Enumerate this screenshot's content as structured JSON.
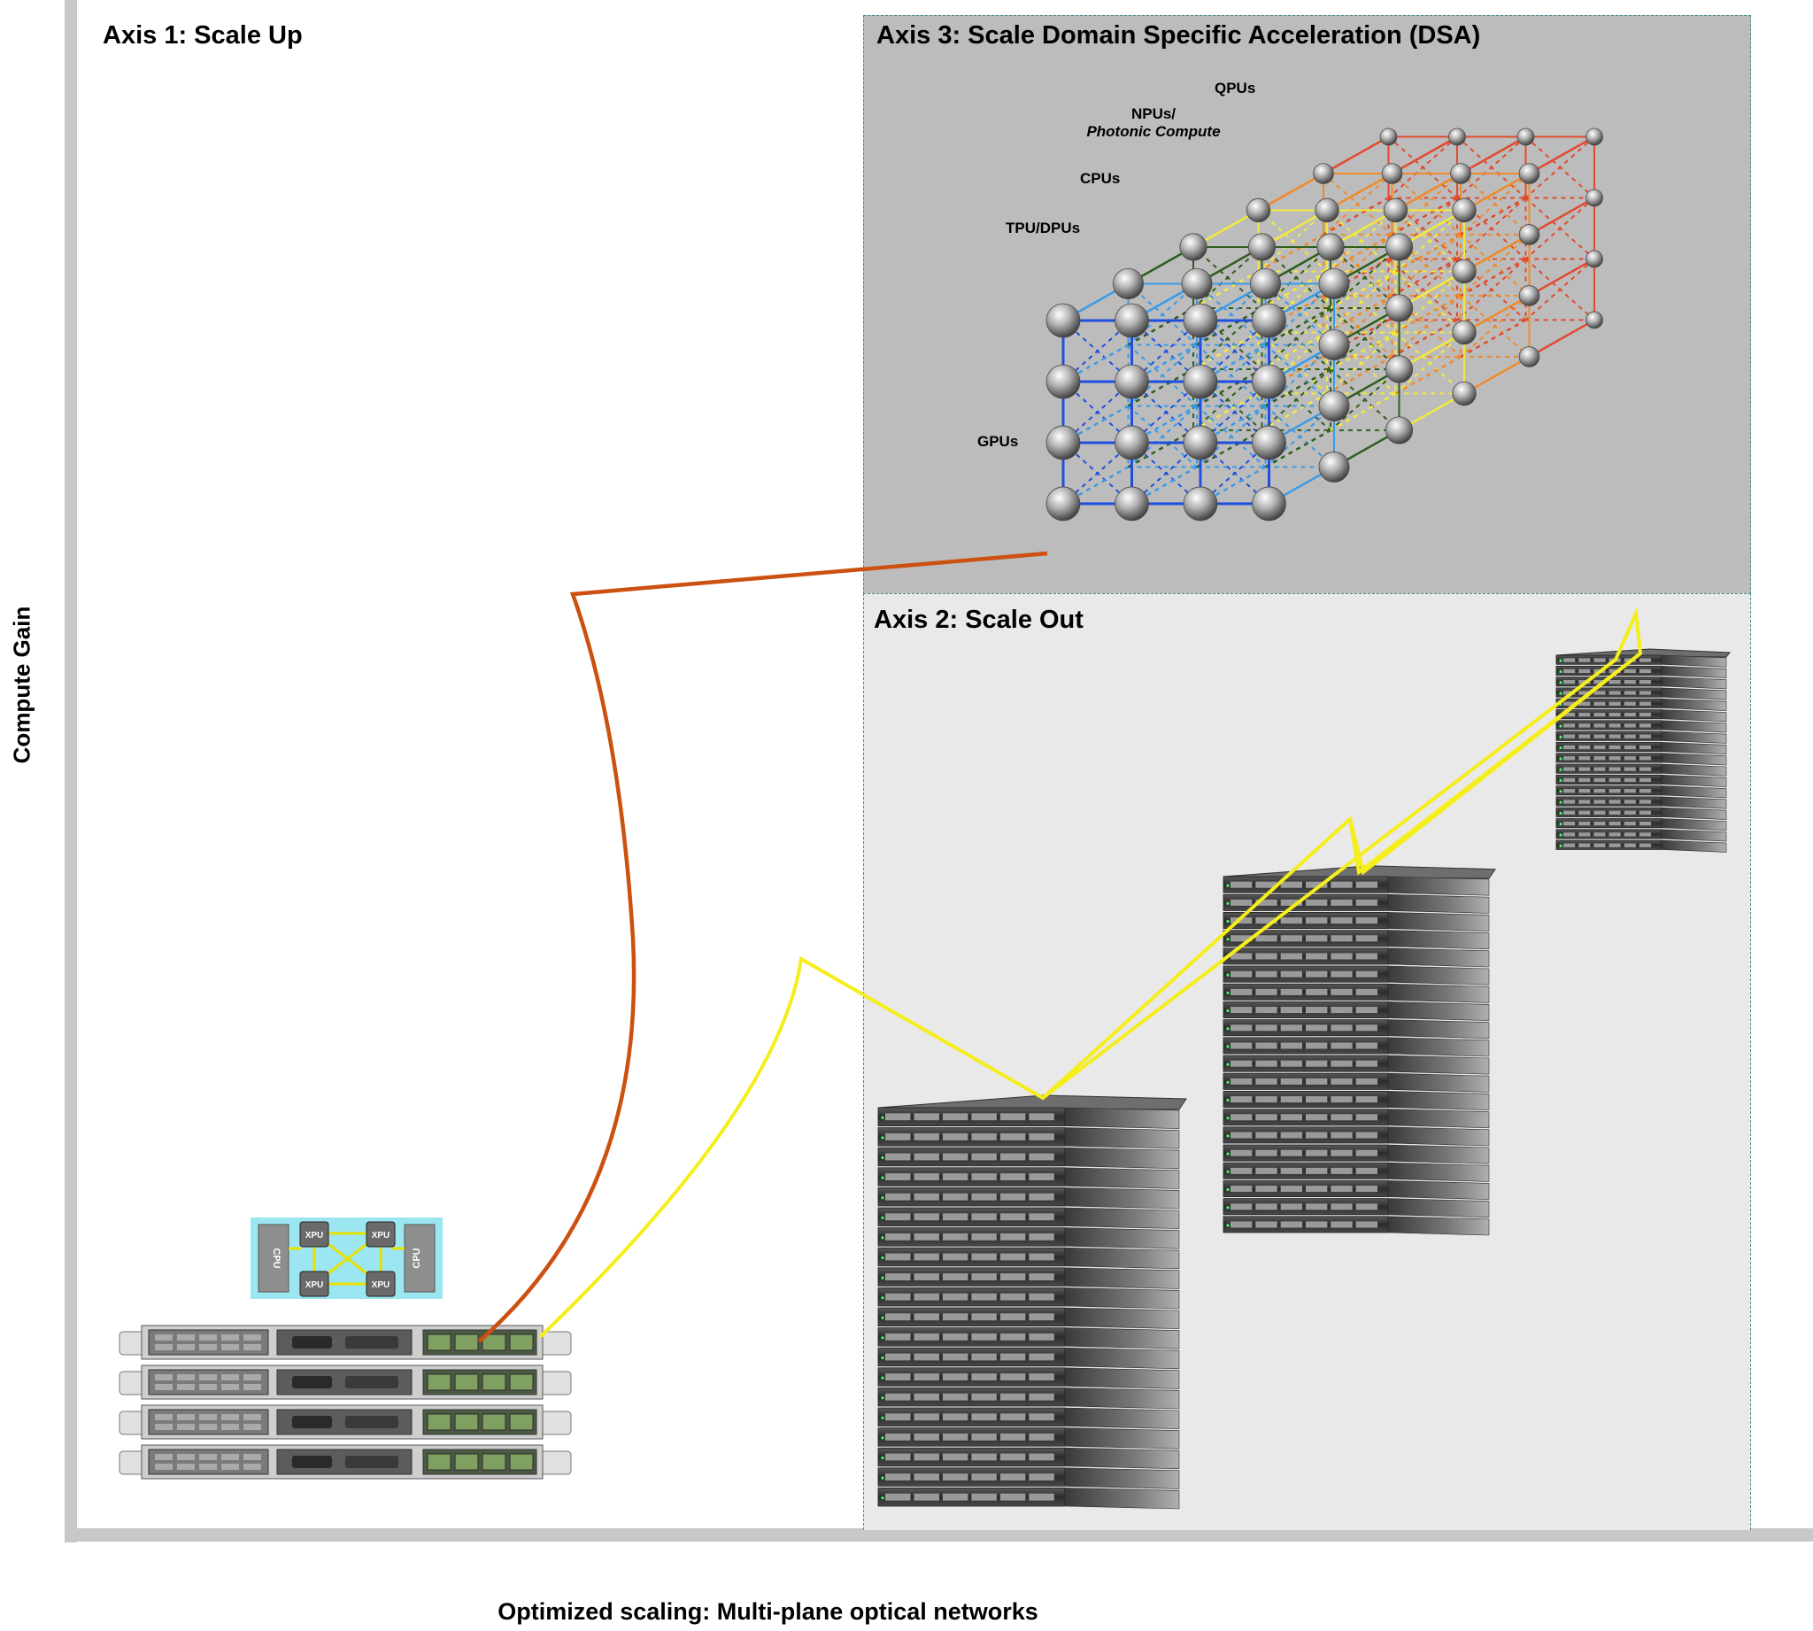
{
  "axes": {
    "y_label": "Compute Gain",
    "x_label": "Optimized scaling: Multi-plane optical networks"
  },
  "regions": {
    "axis1_title": "Axis 1: Scale Up",
    "axis2_title": "Axis 2: Scale Out",
    "axis3_title": "Axis 3: Scale Domain Specific Acceleration (DSA)"
  },
  "cube_layers": {
    "qpus": "QPUs",
    "npus_line1": "NPUs/",
    "npus_line2": "Photonic Compute",
    "cpus": "CPUs",
    "tpu_dpus": "TPU/DPUs",
    "gpus": "GPUs"
  },
  "chip_labels": {
    "cpu": "CPU",
    "xpu": "XPU"
  },
  "colors": {
    "axis_gray": "#c8c8c8",
    "axis3_background": "#bcbcbc",
    "axis2_background": "#e9e9e9",
    "gpu_layer": "#1f4fe0",
    "tpu_layer": "#3a9be8",
    "cpu_layer": "#2f5e1e",
    "npu_layer": "#f2ea3c",
    "photonic_layer": "#f08a28",
    "qpu_layer": "#e24a30",
    "scale_up_link": "#cc5010",
    "scale_out_link": "#f5ee1a"
  }
}
